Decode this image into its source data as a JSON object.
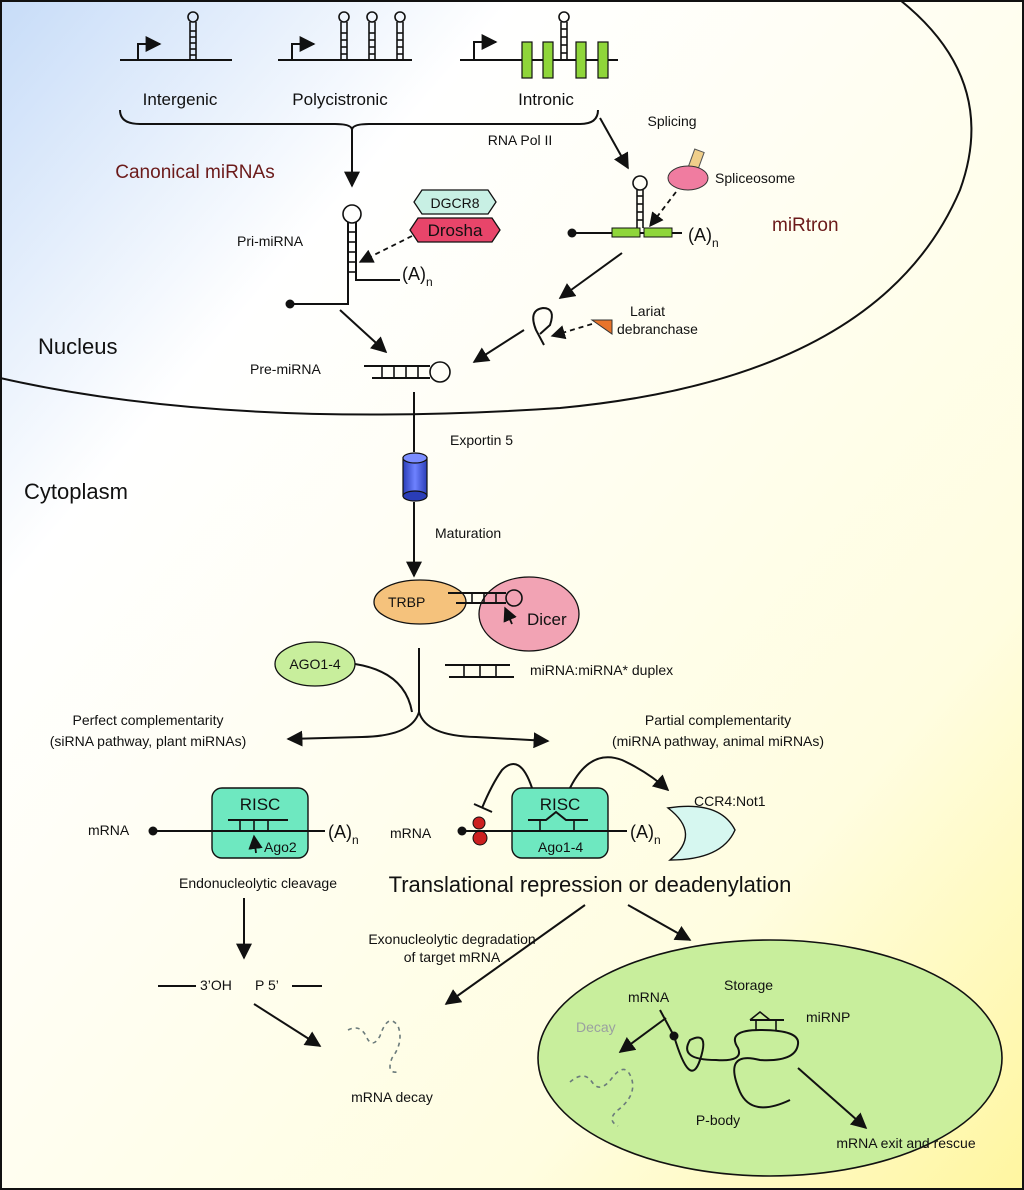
{
  "gene_types": [
    "Intergenic",
    "Polycistronic",
    "Intronic"
  ],
  "labels": {
    "rna_pol": "RNA Pol II",
    "splicing": "Splicing",
    "canonical": "Canonical miRNAs",
    "spliceosome": "Spliceosome",
    "dgcr8": "DGCR8",
    "drosha": "Drosha",
    "pri_mirna": "Pri-miRNA",
    "polyA": "(A)",
    "polyA_sub": "n",
    "mirtron": "miRtron",
    "lariat": "Lariat",
    "debranchase": "debranchase",
    "nucleus": "Nucleus",
    "pre_mirna": "Pre-miRNA",
    "exportin": "Exportin 5",
    "cytoplasm": "Cytoplasm",
    "maturation": "Maturation",
    "trbp": "TRBP",
    "dicer": "Dicer",
    "ago14": "AGO1-4",
    "duplex": "miRNA:miRNA* duplex",
    "perfect_1": "Perfect complementarity",
    "perfect_2": "(siRNA pathway, plant miRNAs)",
    "partial_1": "Partial complementarity",
    "partial_2": "(miRNA pathway, animal miRNAs)",
    "risc": "RISC",
    "ago2": "Ago2",
    "ago1_4": "Ago1-4",
    "mrna": "mRNA",
    "ccr4": "CCR4:Not1",
    "endo": "Endonucleolytic cleavage",
    "transl": "Translational repression or deadenylation",
    "exo_1": "Exonucleolytic degradation",
    "exo_2": "of target mRNA",
    "threeoh": "3’OH",
    "p5": "P 5’",
    "mrna_decay": "mRNA decay",
    "storage": "Storage",
    "decay": "Decay",
    "mirnp": "miRNP",
    "pbody": "P-body",
    "exit": "mRNA exit and rescue"
  },
  "colors": {
    "green_exon": "#8fd63a",
    "dgcr8": "#c8f0e4",
    "drosha": "#e8456a",
    "spliceosome": "#f07ca0",
    "spliceosome_handle": "#f0cf8a",
    "exportin": "#3f55e0",
    "trbp": "#f5c27c",
    "dicer": "#f2a3b4",
    "ago": "#c8ee9c",
    "risc": "#6ee8c0",
    "ccr4": "#d6f7f0",
    "pbody": "#c8ee9c",
    "lariat": "#e8742a",
    "mirtron_text": "#6b1a1a",
    "cap_red": "#cc2020"
  }
}
